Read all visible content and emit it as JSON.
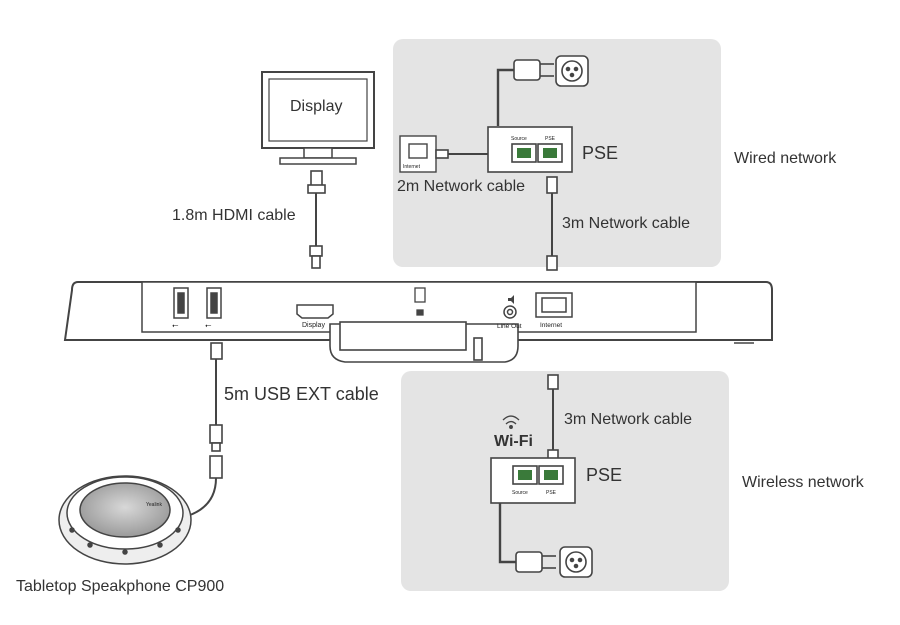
{
  "colors": {
    "panel": "#e4e4e4",
    "stroke": "#444444",
    "device_face": "#ffffff",
    "accent_green": "#3a7a3a"
  },
  "labels": {
    "display": "Display",
    "hdmi_cable": "1.8m HDMI cable",
    "two_m_cable": "2m Network cable",
    "three_m_cable_top": "3m Network cable",
    "three_m_cable_bottom": "3m Network cable",
    "pse_top": "PSE",
    "pse_bottom": "PSE",
    "wired_network": "Wired network",
    "wireless_network": "Wireless network",
    "usb_ext_cable": "5m USB EXT cable",
    "wifi": "Wi-Fi",
    "speakerphone": "Tabletop Speakphone CP900",
    "internet_jack": "Internet"
  },
  "bar_ports": {
    "usb1": "⭠",
    "usb2": "⭠",
    "display": "Display",
    "line_out": "Line Out",
    "internet": "Internet"
  },
  "pse_ports": {
    "top": [
      "Source",
      "PSE"
    ],
    "bottom": [
      "Source",
      "PSE"
    ]
  },
  "speaker_brand": "Yealink",
  "icons": [
    "monitor-icon",
    "power-outlet-icon",
    "ethernet-jack-icon",
    "wifi-icon",
    "usb-icon",
    "hdmi-icon",
    "lock-icon",
    "speaker-icon"
  ]
}
